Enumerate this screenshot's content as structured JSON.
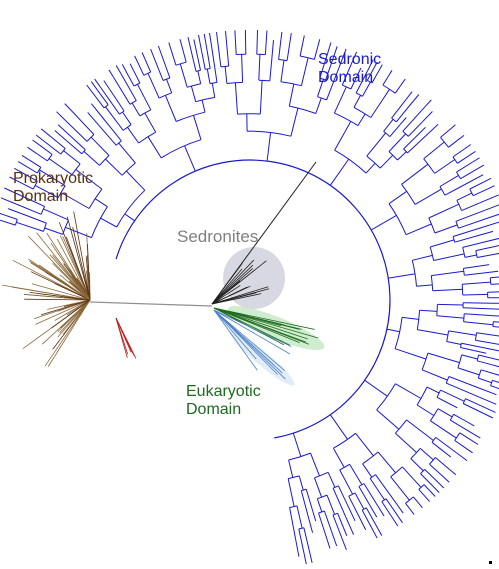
{
  "labels": {
    "sedronic_line1": "Sedronic",
    "sedronic_line2": "Domain",
    "prokaryotic_line1": "Prokaryotic",
    "prokaryotic_line2": "Domain",
    "sedronites": "Sedronites",
    "eukaryotic_line1": "Eukaryotic",
    "eukaryotic_line2": "Domain"
  },
  "colors": {
    "sedronic": "#1a1acc",
    "prokaryotic": "#5a3010",
    "prokaryotic_branches": "#8a6a3a",
    "prokaryotic_red": "#c01818",
    "sedronites_text": "#808080",
    "sedronites_highlight": "#c8c8d6",
    "eukaryotic": "#1e6a1e",
    "eukaryotic_highlight": "#bfe6bf",
    "blue_clade": "#4a80c8",
    "root_branch": "#909090",
    "dark_branch": "#202020"
  }
}
